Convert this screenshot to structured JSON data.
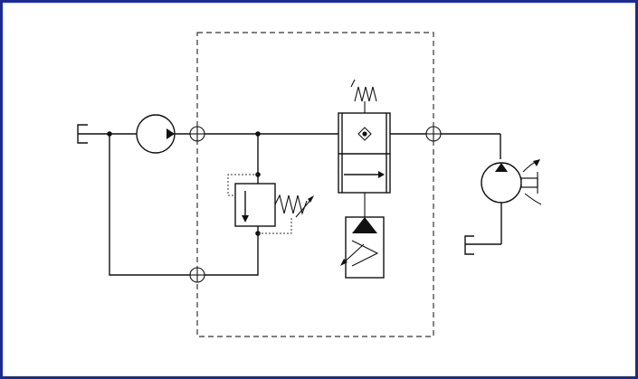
{
  "diagram": {
    "kind": "hydraulic-schematic",
    "border_color": "#1c2b8f",
    "line_color": "#111111",
    "components": [
      {
        "name": "tank-left",
        "icon": "tank-symbol"
      },
      {
        "name": "pump",
        "icon": "hydraulic-pump-symbol"
      },
      {
        "name": "relief-valve",
        "icon": "pressure-relief-valve-symbol"
      },
      {
        "name": "directional-valve",
        "icon": "two-position-valve-symbol"
      },
      {
        "name": "solenoid-actuator",
        "icon": "solenoid-symbol"
      },
      {
        "name": "hydraulic-motor",
        "icon": "hydraulic-motor-symbol"
      },
      {
        "name": "tank-right",
        "icon": "tank-symbol"
      },
      {
        "name": "port-connections",
        "icon": "circle-cross-port-symbol"
      }
    ]
  }
}
